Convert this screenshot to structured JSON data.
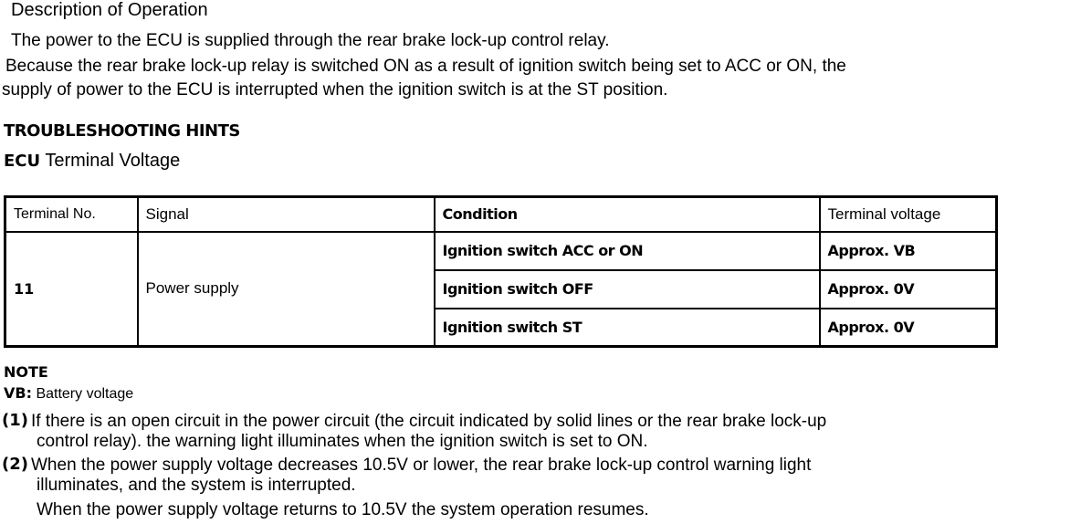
{
  "description": {
    "title": "Description of Operation",
    "line1": "The power to the ECU is supplied through the rear brake lock-up control relay.",
    "line2": "Because the rear brake lock-up relay is switched ON as a result of ignition switch being set to ACC or ON, the",
    "line3": "supply of power to the ECU is interrupted when the ignition switch is at the ST position."
  },
  "hints": {
    "title": "TROUBLESHOOTING HINTS",
    "subtitle_bold": "ECU",
    "subtitle_rest": "Terminal Voltage"
  },
  "table": {
    "headers": [
      "Terminal No.",
      "Signal",
      "Condition",
      "Terminal voltage"
    ],
    "terminal_no": "11",
    "signal": "Power supply",
    "rows": [
      {
        "condition": "Ignition switch ACC or ON",
        "voltage": "Approx. VB"
      },
      {
        "condition": "Ignition switch OFF",
        "voltage": "Approx. 0V"
      },
      {
        "condition": "Ignition switch ST",
        "voltage": "Approx. 0V"
      }
    ]
  },
  "note": {
    "title": "NOTE",
    "vb_label": "VB:",
    "vb_text": "Battery voltage",
    "item1_num": "(1)",
    "item1_line1": "If there is an open circuit in the power circuit (the circuit indicated by solid lines or the rear brake lock-up",
    "item1_line2": "control relay). the warning light illuminates when the ignition switch is set to ON.",
    "item2_num": "(2)",
    "item2_line1": "When the power supply voltage decreases 10.5V or lower, the rear brake lock-up control warning light",
    "item2_line2": "illuminates, and the system is interrupted.",
    "item2_line3": "When the power supply voltage returns to 10.5V the system operation resumes."
  }
}
